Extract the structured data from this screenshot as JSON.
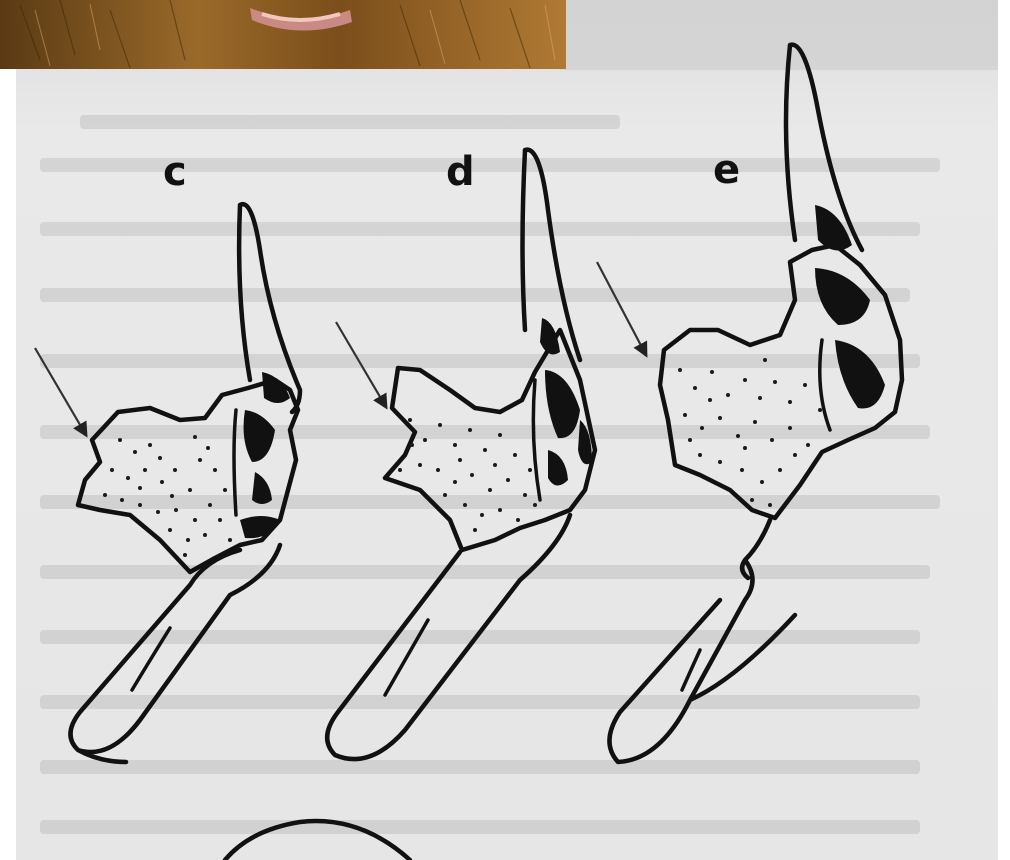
{
  "figure": {
    "panels": [
      {
        "id": "c",
        "label": "c"
      },
      {
        "id": "d",
        "label": "d"
      },
      {
        "id": "e",
        "label": "e"
      }
    ],
    "colors": {
      "paper": "#ebebeb",
      "ink": "#111111",
      "photo_strip": "#8a5a22"
    }
  }
}
